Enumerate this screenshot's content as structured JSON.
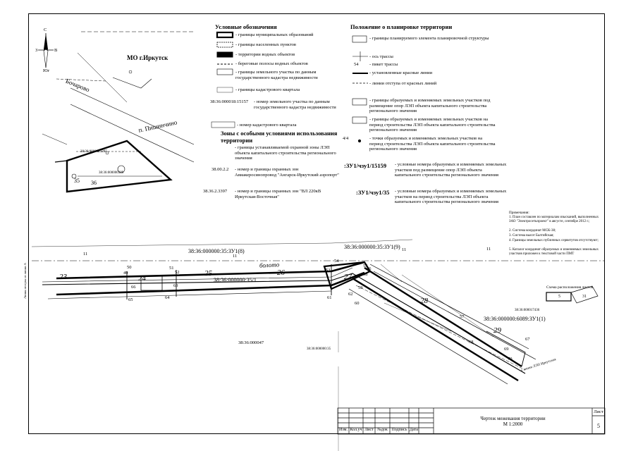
{
  "compass": {
    "n": "С",
    "s": "Юг",
    "w": "З",
    "e": "В"
  },
  "inset": {
    "mo_label": "МО г.Иркутск",
    "street1": "Бочарово",
    "street2": "п. Пишинчино",
    "p1": "38:36:0000023397",
    "p2": "38:36:000000389",
    "n35": "35",
    "n36": "36"
  },
  "legend": {
    "title": "Условные обозначения",
    "items": [
      "- границы муниципальных образований",
      "- границы населенных пунктов",
      "- территории водных объектов",
      "- береговые полосы водных объектов",
      "- границы земельного участка по данным государственного кадастра недвижимости",
      "- границы кадастрового квартала"
    ],
    "num1_code": "38:36:000018:15157",
    "num1_text": "- номер земельного участка по данным государственного кадастра недвижимости",
    "num2_text": "- номер кадастрового квартала",
    "zones_title": "Зоны с особыми условиями использования территории",
    "zone1_text": "- границы устанавливаемой охранной зоны ЛЭП объекта капитального строительства регионального значения",
    "zone2_code": "38.00.2.2",
    "zone2_text": "- номер и границы охранных зон Авиакеросинопровод \"Ангарск-Иркутский аэропорт\"",
    "zone3_code": "38.36.2.3397",
    "zone3_text": "- номер и границы охранных зон \"ВЛ 220кВ Иркутская-Восточная\""
  },
  "plan": {
    "title": "Положение о планировке территории",
    "items": [
      "- границы планируемого элемента планировочной структуры",
      "- ось трассы",
      "- пикет трассы",
      "- установленные красные линии",
      "- линии отступа от красных линий",
      "- границы образуемых и изменяемых земельных участков под размещение опор ЛЭП объекта капитального строительства регионального значения",
      "- границы образуемых и изменяемых земельных участков на период строительства ЛЭП объекта капитального строительства регионального значения",
      "- точки образуемых и изменяемых земельных участков на период строительства ЛЭП объекта капитального строительства регионального значения"
    ],
    "picket": "54",
    "point_label": "4/4",
    "code1": ":ЗУ1/чзу1/15159",
    "code1_text": "- условные номера образуемых и изменяемых земельных участков под размещение опор ЛЭП объекта капитального строительства регионального значения",
    "code2": ":ЗУ1/чзу1/35",
    "code2_text": "- условные номера образуемых и изменяемых земельных участков на период строительства ЛЭП объекта капитального строительства регионального значения"
  },
  "notes": {
    "title": "Примечания:",
    "lines": [
      "1. План составлен по материалам изысканий, выполненных ЗАО \"Электросетьпроект\" в августе, сентябре 2012 г.;",
      "2. Система координат МСК-38;",
      "3. Система высот Балтийская;",
      "4. Границы земельных публичных сервитутов отсутствуют;",
      "5. Каталог координат образуемых и изменяемых земельных участков приложен к текстовой части ПМТ"
    ],
    "scheme_title": "Схема расположения листов",
    "sheet_a": "5",
    "sheet_b": "31"
  },
  "map": {
    "label_zu8": "38:36:000000:35:ЗУ1(8)",
    "label_zu9": "38:36:000000:35:ЗУ1(9)",
    "label_mid": "38:36:000000:35/1",
    "label_zu1": "38:36:000000:6089:ЗУ1(1)",
    "label_q": "38:36:000047",
    "label_small1": "38:36:000000:35",
    "label_small2": "38:36:000017436",
    "label_boloto": "болото",
    "label_side": "Линия отступа от линии А",
    "label_road": "к линии ЛЭП Иркутская",
    "pickets": [
      "23",
      "24",
      "25",
      "26",
      "27",
      "28",
      "29"
    ],
    "points": [
      "50",
      "49",
      "66",
      "65",
      "64",
      "63",
      "52",
      "51",
      "53",
      "54",
      "55",
      "58",
      "59",
      "60",
      "61",
      "62",
      "57",
      "56",
      "68",
      "69",
      "70",
      "67",
      "11",
      "11",
      "11",
      "11"
    ]
  },
  "stamp": {
    "cols": [
      "Изм.",
      "Кол.уч",
      "Лист",
      "№док",
      "Подпись",
      "Дата"
    ],
    "title_line1": "Чертеж межевания территории",
    "title_line2": "М 1:2000",
    "sheet_label": "Лист",
    "sheet_num": "5"
  }
}
